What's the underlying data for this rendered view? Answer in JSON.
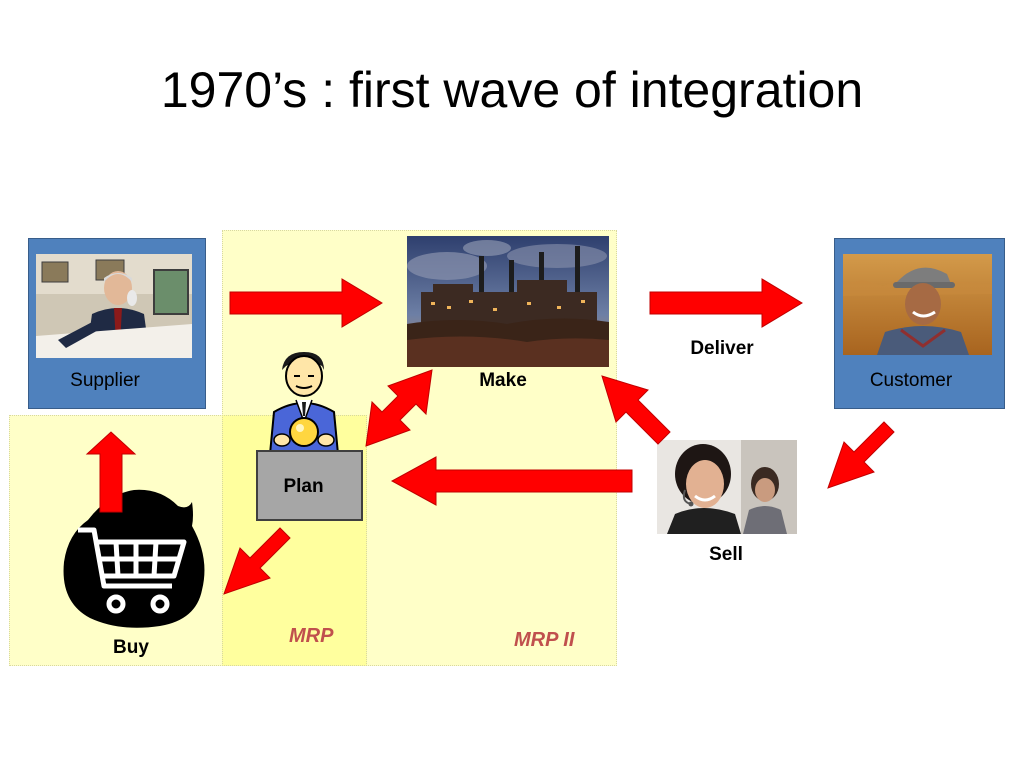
{
  "slide": {
    "title": "1970’s : first wave of integration"
  },
  "nodes": {
    "supplier": "Supplier",
    "customer": "Customer",
    "make": "Make",
    "deliver": "Deliver",
    "plan": "Plan",
    "sell": "Sell",
    "buy": "Buy"
  },
  "regions": {
    "mrp": "MRP",
    "mrp2": "MRP II"
  },
  "colors": {
    "arrow": "#ff0000",
    "party_box": "#4f81bd",
    "region_fill": "#ffffc8",
    "region_label": "#c0504d"
  },
  "icons": [
    "supplier-photo",
    "factory-photo",
    "customer-photo",
    "planner-icon",
    "sell-photo",
    "shopping-cart-icon"
  ]
}
